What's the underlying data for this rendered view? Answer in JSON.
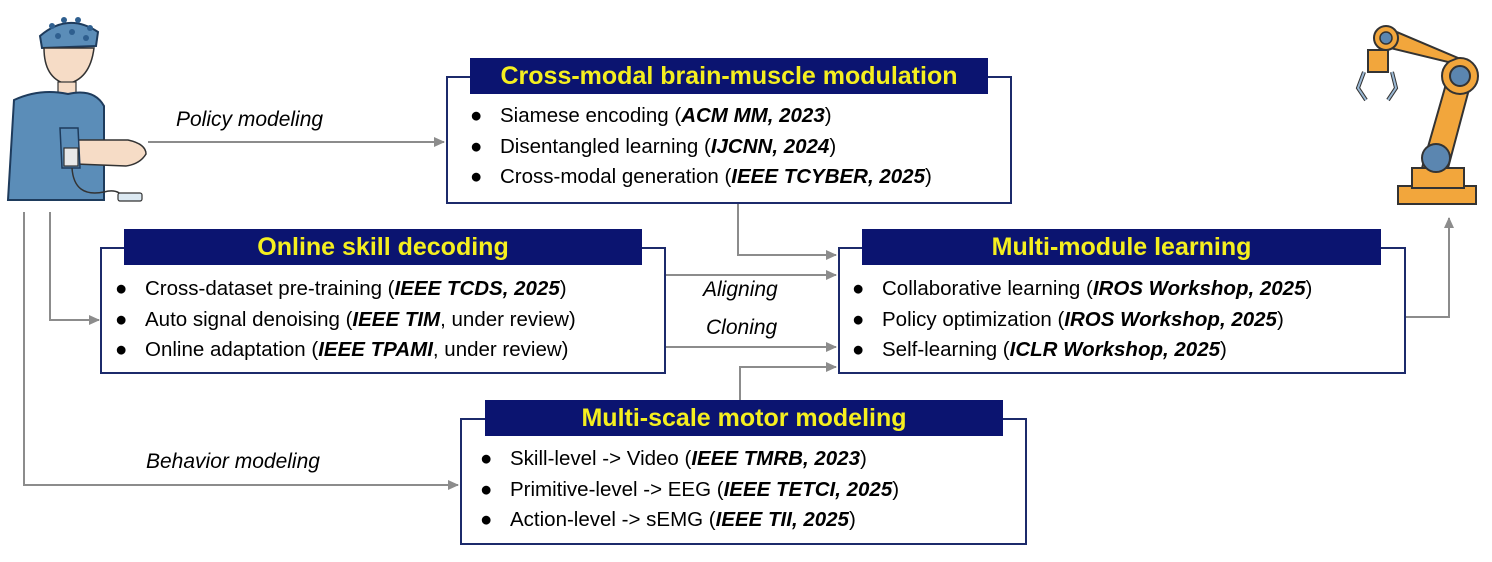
{
  "colors": {
    "banner_bg": "#0b1470",
    "banner_text": "#f5ef1f",
    "box_border": "#1c2a6b",
    "arrow": "#8c8c8c",
    "robot_orange": "#f2a63c",
    "robot_joint": "#5b86b0",
    "human_shirt": "#5b8db8"
  },
  "icons": {
    "human": "person-with-eeg-cap-icon",
    "robot": "robot-arm-icon"
  },
  "edge_labels": {
    "policy": "Policy modeling",
    "behavior": "Behavior modeling",
    "aligning": "Aligning",
    "cloning": "Cloning"
  },
  "modules": {
    "brain_muscle": {
      "title": "Cross-modal brain-muscle modulation",
      "items": [
        {
          "text": "Siamese encoding (",
          "venue": "ACM MM, 2023",
          "suffix": ")"
        },
        {
          "text": "Disentangled learning (",
          "venue": "IJCNN, 2024",
          "suffix": ")"
        },
        {
          "text": "Cross-modal generation (",
          "venue": "IEEE TCYBER, 2025",
          "suffix": ")"
        }
      ]
    },
    "skill_decoding": {
      "title": "Online skill decoding",
      "items": [
        {
          "text": "Cross-dataset pre-training (",
          "venue": "IEEE TCDS, 2025",
          "suffix": ")"
        },
        {
          "text": "Auto signal denoising (",
          "venue": "IEEE TIM",
          "suffix": ", under review)"
        },
        {
          "text": "Online adaptation (",
          "venue": "IEEE TPAMI",
          "suffix": ",  under review)"
        }
      ]
    },
    "multi_module": {
      "title": "Multi-module learning",
      "items": [
        {
          "text": "Collaborative learning (",
          "venue": "IROS Workshop, 2025",
          "suffix": ")"
        },
        {
          "text": "Policy optimization (",
          "venue": "IROS Workshop, 2025",
          "suffix": ")"
        },
        {
          "text": "Self-learning (",
          "venue": "ICLR Workshop, 2025",
          "suffix": ")"
        }
      ]
    },
    "motor_modeling": {
      "title": "Multi-scale motor modeling",
      "items": [
        {
          "text": "Skill-level -> Video (",
          "venue": "IEEE TMRB, 2023",
          "suffix": ")"
        },
        {
          "text": "Primitive-level -> EEG (",
          "venue": "IEEE TETCI, 2025",
          "suffix": ")"
        },
        {
          "text": "Action-level -> sEMG (",
          "venue": "IEEE TII, 2025",
          "suffix": ")"
        }
      ]
    }
  }
}
